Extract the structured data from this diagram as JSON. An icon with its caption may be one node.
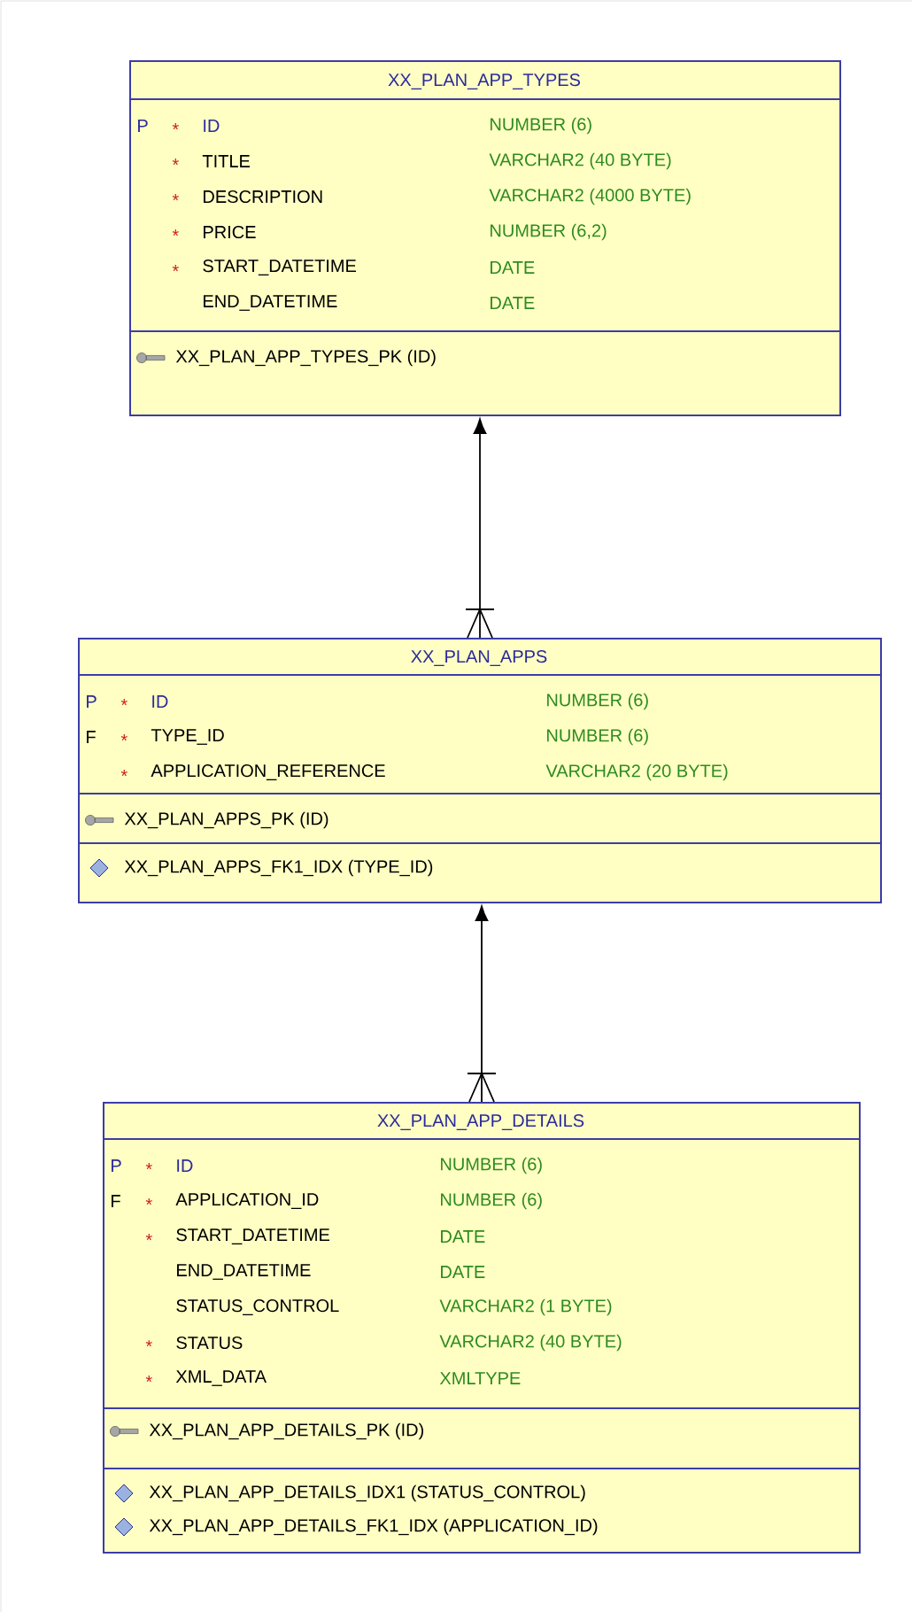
{
  "diagram": {
    "nodes": [
      {
        "text": [
          "XX_PLAN_APP_TYPES"
        ]
      },
      {
        "text": [
          "XX_PLAN_APPS"
        ]
      },
      {
        "text": [
          "XX_PLAN_APP_DETAILS"
        ]
      }
    ],
    "edges": [
      {
        "from": 1,
        "to": 0,
        "arrow": "to"
      },
      {
        "from": 2,
        "to": 1,
        "arrow": "to"
      }
    ],
    "labels": [
      "P",
      "*",
      "ID",
      "NUMBER (6)",
      "*",
      "TITLE",
      "VARCHAR2 (40 BYTE)",
      "*",
      "DESCRIPTION",
      "VARCHAR2 (4000 BYTE)",
      "*",
      "PRICE",
      "NUMBER (6,2)",
      "*",
      "START_DATETIME",
      "DATE",
      "END_DATETIME",
      "DATE",
      "XX_PLAN_APP_TYPES_PK (ID)",
      "P",
      "*",
      "ID",
      "NUMBER (6)",
      "F",
      "*",
      "TYPE_ID",
      "NUMBER (6)",
      "*",
      "APPLICATION_REFERENCE",
      "VARCHAR2 (20 BYTE)",
      "XX_PLAN_APPS_PK (ID)",
      "XX_PLAN_APPS_FK1_IDX (TYPE_ID)",
      "P",
      "*",
      "ID",
      "NUMBER (6)",
      "F",
      "*",
      "APPLICATION_ID",
      "NUMBER (6)",
      "*",
      "START_DATETIME",
      "DATE",
      "END_DATETIME",
      "DATE",
      "STATUS_CONTROL",
      "VARCHAR2 (1 BYTE)",
      "*",
      "STATUS",
      "VARCHAR2 (40 BYTE)",
      "*",
      "XML_DATA",
      "XMLTYPE",
      "XX_PLAN_APP_DETAILS_PK (ID)",
      "XX_PLAN_APP_DETAILS_IDX1 (STATUS_CONTROL)",
      "XX_PLAN_APP_DETAILS_FK1_IDX (APPLICATION_ID)"
    ]
  }
}
